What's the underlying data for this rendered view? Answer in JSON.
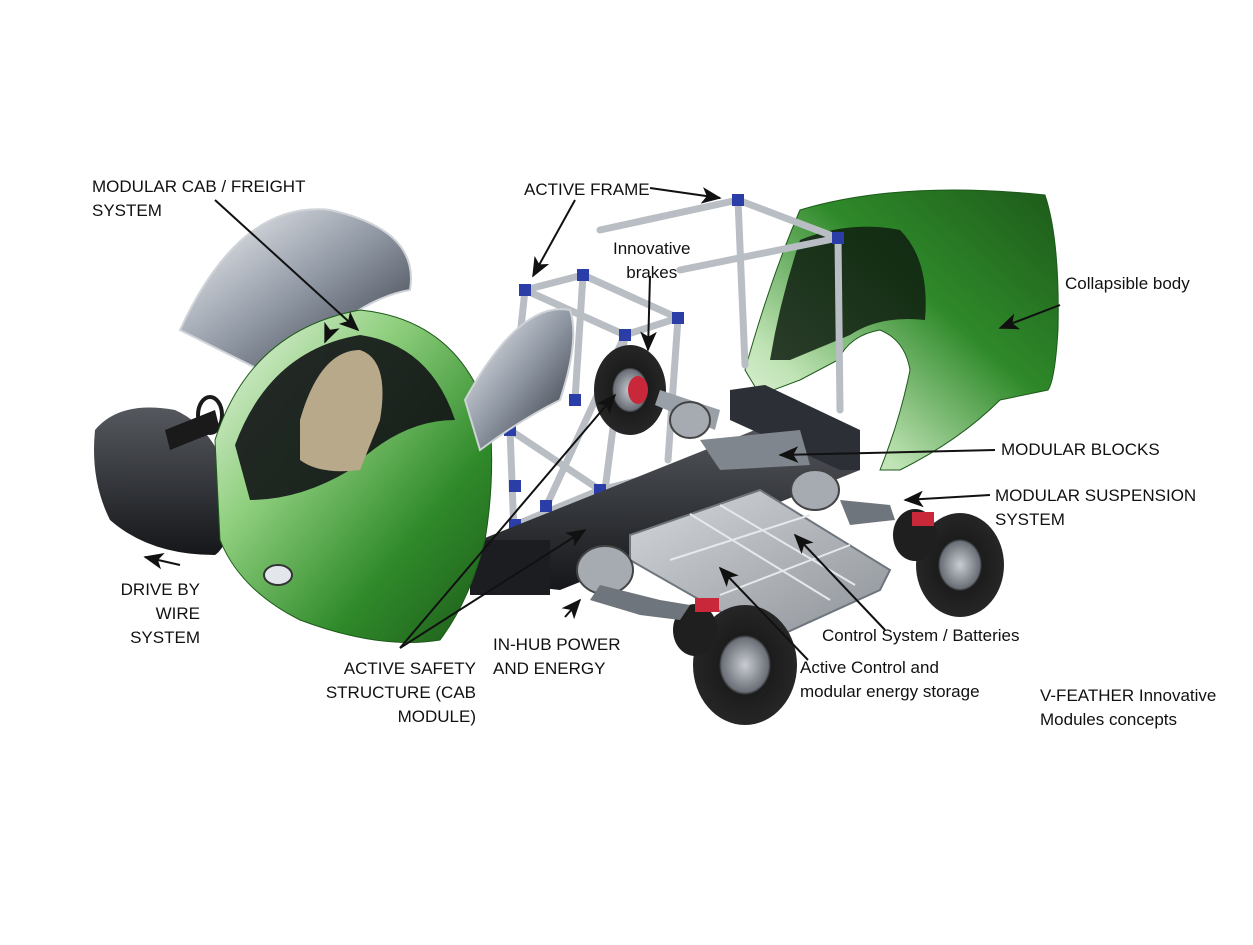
{
  "labels": {
    "modular_cab": "MODULAR CAB / FREIGHT\nSYSTEM",
    "active_frame": "ACTIVE FRAME",
    "innovative_brakes": "Innovative\nbrakes",
    "collapsible_body": "Collapsible body",
    "modular_blocks": "MODULAR BLOCKS",
    "modular_suspension": "MODULAR SUSPENSION\nSYSTEM",
    "drive_by_wire": "DRIVE BY\nWIRE SYSTEM",
    "active_safety": "ACTIVE SAFETY\nSTRUCTURE (CAB MODULE)",
    "in_hub": "IN-HUB POWER\nAND ENERGY",
    "control_batteries": "Control System / Batteries",
    "active_control": "Active Control and\nmodular energy storage",
    "caption": "V-FEATHER Innovative\nModules concepts"
  },
  "colors": {
    "body_green": "#2f8a2a",
    "body_highlight": "#e8f3e4",
    "frame_steel": "#c8ccd0",
    "frame_joint": "#2b3ea8",
    "battery_gray": "#a9adb2",
    "tire_black": "#1c1c1c",
    "brake_red": "#c8283a",
    "arrow_black": "#111111"
  }
}
